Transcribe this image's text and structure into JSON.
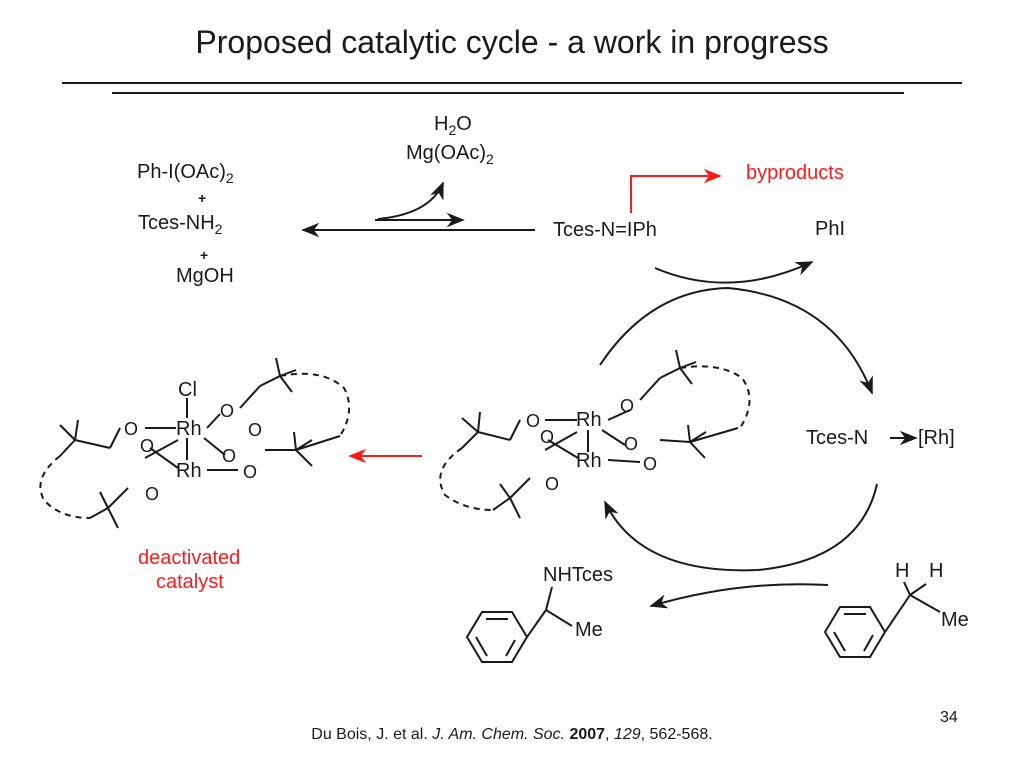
{
  "slide": {
    "title": "Proposed catalytic cycle - a work in progress",
    "page_number": "34"
  },
  "reagents": {
    "oxidant": "Ph-I(OAc)",
    "oxidant_sub": "2",
    "plus1": "+",
    "amine": "Tces-NH",
    "amine_sub": "2",
    "plus2": "+",
    "base": "MgOH"
  },
  "byproducts_side": {
    "water": "H",
    "water_sub": "2",
    "water_tail": "O",
    "mg_salt": "Mg(OAc)",
    "mg_salt_sub": "2",
    "byproducts": "byproducts"
  },
  "cycle": {
    "iminoiodinane": "Tces-N=IPh",
    "phi": "PhI",
    "nitrene": "Tces-N",
    "rh_fragment": "[Rh]",
    "product_amine": "NHTces",
    "product_me": "Me",
    "substrate_h1": "H",
    "substrate_h2": "H",
    "substrate_me": "Me"
  },
  "catalyst": {
    "rh_top": "Rh",
    "rh_bottom": "Rh",
    "oxygen": "O"
  },
  "deactivated": {
    "chloride": "Cl",
    "rh_top": "Rh",
    "rh_bottom": "Rh",
    "oxygen": "O",
    "label_line1": "deactivated",
    "label_line2": "catalyst"
  },
  "citation": {
    "authors": "Du Bois, J. et al. ",
    "journal": "J. Am. Chem. Soc.",
    "year": "2007",
    "sep1": ", ",
    "volume": "129",
    "pages": ", 562-568."
  },
  "colors": {
    "accent_red": "#ff1a1a",
    "ink": "#1a1a1a"
  }
}
